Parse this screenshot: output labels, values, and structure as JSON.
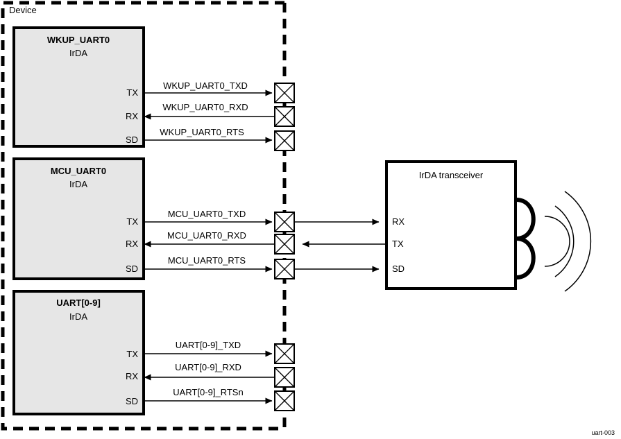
{
  "diagram": {
    "corner_label": "uart-003",
    "boundary_label": "Device",
    "colors": {
      "block_fill": "#e6e6e6",
      "stroke": "#000000",
      "background": "#ffffff"
    },
    "blocks": [
      {
        "id": "wkup-uart0",
        "title": "WKUP_UART0",
        "subtitle": "IrDA",
        "pins": [
          "TX",
          "RX",
          "SD"
        ]
      },
      {
        "id": "mcu-uart0",
        "title": "MCU_UART0",
        "subtitle": "IrDA",
        "pins": [
          "TX",
          "RX",
          "SD"
        ]
      },
      {
        "id": "uart-0-9",
        "title": "UART[0-9]",
        "subtitle": "IrDA",
        "pins": [
          "TX",
          "RX",
          "SD"
        ]
      }
    ],
    "signals": [
      {
        "id": "wkup-txd",
        "label": "WKUP_UART0_TXD",
        "direction": "out"
      },
      {
        "id": "wkup-rxd",
        "label": "WKUP_UART0_RXD",
        "direction": "in"
      },
      {
        "id": "wkup-rts",
        "label": "WKUP_UART0_RTS",
        "direction": "out"
      },
      {
        "id": "mcu-txd",
        "label": "MCU_UART0_TXD",
        "direction": "out"
      },
      {
        "id": "mcu-rxd",
        "label": "MCU_UART0_RXD",
        "direction": "in"
      },
      {
        "id": "mcu-rts",
        "label": "MCU_UART0_RTS",
        "direction": "out"
      },
      {
        "id": "uart09-txd",
        "label": "UART[0-9]_TXD",
        "direction": "out"
      },
      {
        "id": "uart09-rxd",
        "label": "UART[0-9]_RXD",
        "direction": "in"
      },
      {
        "id": "uart09-rtsn",
        "label": "UART[0-9]_RTSn",
        "direction": "out"
      }
    ],
    "transceiver": {
      "title": "IrDA transceiver",
      "pins": [
        "RX",
        "TX",
        "SD"
      ]
    }
  }
}
